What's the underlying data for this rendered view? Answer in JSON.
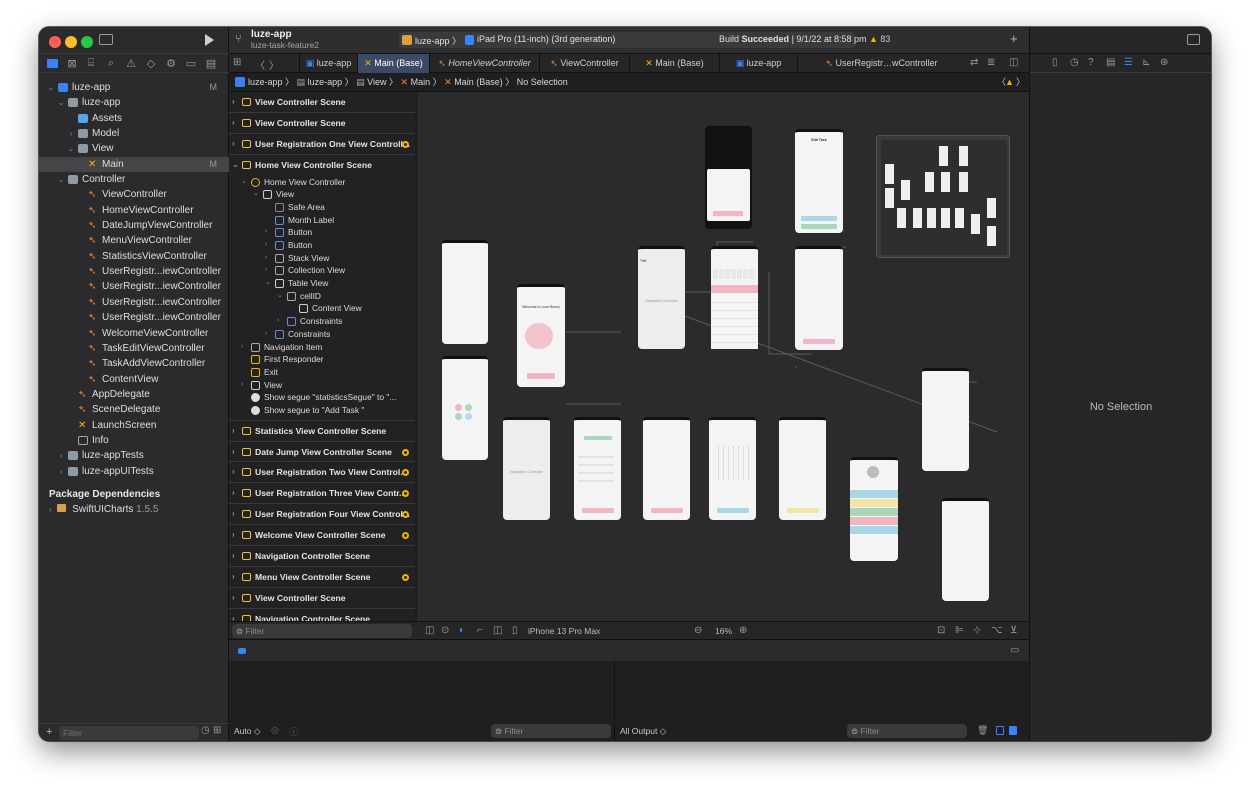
{
  "toolbar": {
    "project_name": "luze-app",
    "branch": "luze-task-feature2",
    "scheme": "luze-app",
    "device": "iPad Pro (11-inch) (3rd generation)",
    "status_prefix": "Build",
    "status_bold": "Succeeded",
    "status_date": "| 9/1/22 at 8:58 pm",
    "warning_count": "83"
  },
  "tabs": [
    {
      "label": "luze-app"
    },
    {
      "label": "Main (Base)"
    },
    {
      "label": "HomeViewController"
    },
    {
      "label": "ViewController"
    },
    {
      "label": "Main (Base)"
    },
    {
      "label": "luze-app"
    },
    {
      "label": "UserRegistr…wController"
    }
  ],
  "jumpbar": [
    "luze-app",
    "luze-app",
    "View",
    "Main",
    "Main (Base)",
    "No Selection"
  ],
  "navigator": {
    "items": [
      {
        "label": "luze-app",
        "status": "M"
      },
      {
        "label": "luze-app"
      },
      {
        "label": "Assets"
      },
      {
        "label": "Model"
      },
      {
        "label": "View"
      },
      {
        "label": "Main",
        "status": "M"
      },
      {
        "label": "Controller"
      },
      {
        "label": "ViewController"
      },
      {
        "label": "HomeViewController"
      },
      {
        "label": "DateJumpViewController"
      },
      {
        "label": "MenuViewController"
      },
      {
        "label": "StatisticsViewController"
      },
      {
        "label": "UserRegistr...iewController"
      },
      {
        "label": "UserRegistr...iewController"
      },
      {
        "label": "UserRegistr...iewController"
      },
      {
        "label": "UserRegistr...iewController"
      },
      {
        "label": "WelcomeViewController"
      },
      {
        "label": "TaskEditViewController"
      },
      {
        "label": "TaskAddViewController"
      },
      {
        "label": "ContentView"
      },
      {
        "label": "AppDelegate"
      },
      {
        "label": "SceneDelegate"
      },
      {
        "label": "LaunchScreen"
      },
      {
        "label": "Info"
      },
      {
        "label": "luze-appTests"
      },
      {
        "label": "luze-appUITests"
      }
    ],
    "package_heading": "Package Dependencies",
    "package_name": "SwiftUICharts",
    "package_version": "1.5.5",
    "filter_placeholder": "Filter"
  },
  "outline": {
    "top_scenes": [
      {
        "label": "View Controller Scene"
      },
      {
        "label": "View Controller Scene"
      },
      {
        "label": "User Registration One View Controll..."
      }
    ],
    "home_scene": "Home View Controller Scene",
    "home_rows": [
      {
        "label": "Home View Controller"
      },
      {
        "label": "View"
      },
      {
        "label": "Safe Area"
      },
      {
        "label": "Month Label"
      },
      {
        "label": "Button"
      },
      {
        "label": "Button"
      },
      {
        "label": "Stack View"
      },
      {
        "label": "Collection View"
      },
      {
        "label": "Table View"
      },
      {
        "label": "cellID"
      },
      {
        "label": "Content View"
      },
      {
        "label": "Constraints"
      },
      {
        "label": "Constraints"
      },
      {
        "label": "Navigation Item"
      },
      {
        "label": "First Responder"
      },
      {
        "label": "Exit"
      },
      {
        "label": "View"
      },
      {
        "label": "Show segue \"statisticsSegue\" to \"..."
      },
      {
        "label": "Show segue to \"Add Task \""
      }
    ],
    "bottom_scenes": [
      {
        "label": "Statistics View Controller Scene"
      },
      {
        "label": "Date Jump View Controller Scene"
      },
      {
        "label": "User Registration Two View Control..."
      },
      {
        "label": "User Registration Three View Contr..."
      },
      {
        "label": "User Registration Four View Control..."
      },
      {
        "label": "Welcome View Controller Scene"
      },
      {
        "label": "Navigation Controller Scene"
      },
      {
        "label": "Menu View Controller Scene"
      },
      {
        "label": "View Controller Scene"
      },
      {
        "label": "Navigation Controller Scene"
      }
    ],
    "filter_placeholder": "Filter"
  },
  "canvas": {
    "device": "iPhone 13 Pro Max",
    "zoom": "16%",
    "welcome_title": "Welcome to Luze Bunny",
    "nav_controller_label": "Navigation Controller",
    "edit_task_title": "Edit Task",
    "title_label": "Title"
  },
  "debug": {
    "auto_label": "Auto ◇",
    "output_label": "All Output ◇",
    "filter_placeholder": "Filter"
  },
  "inspector": {
    "empty_text": "No Selection"
  },
  "colors": {
    "accent": "#3a82f7",
    "warning": "#f5b400",
    "swift": "#f0883e",
    "pink": "#f2b6c2"
  }
}
